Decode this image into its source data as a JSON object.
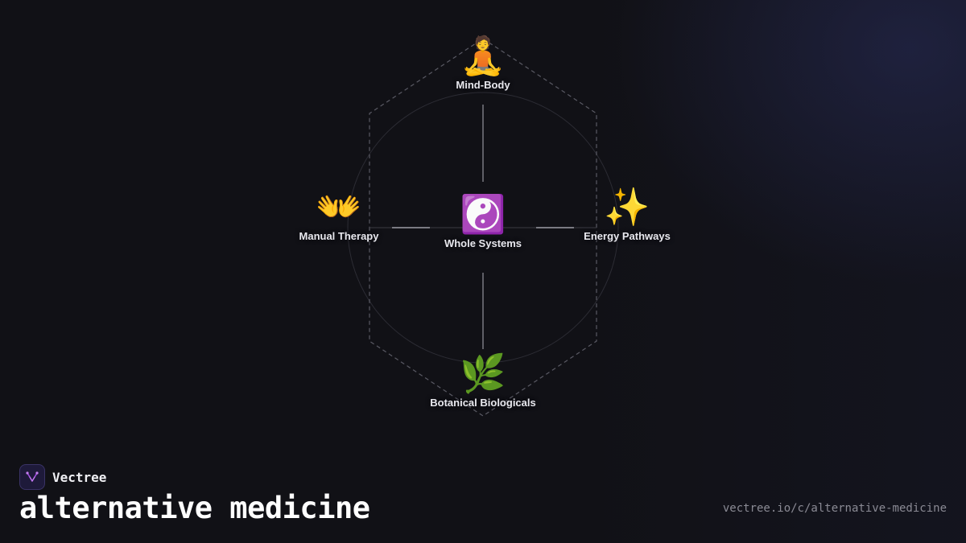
{
  "diagram": {
    "center": {
      "icon": "☯️",
      "icon_name": "yin-yang-icon",
      "label": "Whole Systems"
    },
    "nodes": [
      {
        "id": "top",
        "icon": "🧘",
        "icon_name": "person-meditating-icon",
        "label": "Mind-Body"
      },
      {
        "id": "left",
        "icon": "👐",
        "icon_name": "open-hands-icon",
        "label": "Manual Therapy"
      },
      {
        "id": "right",
        "icon": "✨",
        "icon_name": "sparkles-icon",
        "label": "Energy Pathways"
      },
      {
        "id": "bottom",
        "icon": "🌿",
        "icon_name": "herb-icon",
        "label": "Botanical Biologicals"
      }
    ]
  },
  "brand": {
    "name": "Vectree",
    "logo_icon": "vectree-logo-icon",
    "accent": "#a04ce0"
  },
  "footer": {
    "title": "alternative medicine",
    "url": "vectree.io/c/alternative-medicine"
  },
  "colors": {
    "background": "#111116",
    "line": "#6a6a74",
    "text": "#e8e8ee"
  }
}
